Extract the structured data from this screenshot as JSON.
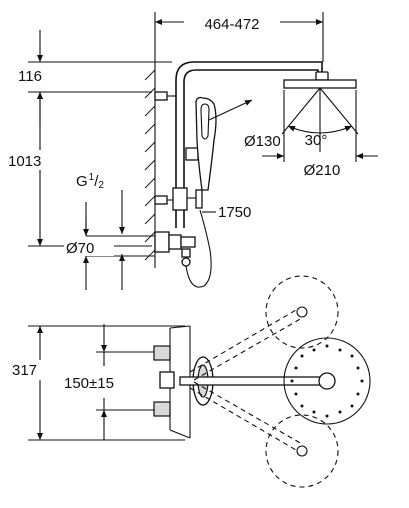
{
  "dimensions": {
    "top_width": "464-472",
    "height_116": "116",
    "height_1013": "1013",
    "thread_g": "G",
    "thread_num": "1",
    "thread_den": "2",
    "dia_70": "Ø70",
    "dia_130": "Ø130",
    "angle_30": "30°",
    "dia_210": "Ø210",
    "len_1750": "1750",
    "depth_317": "317",
    "spacing": "150±15"
  }
}
